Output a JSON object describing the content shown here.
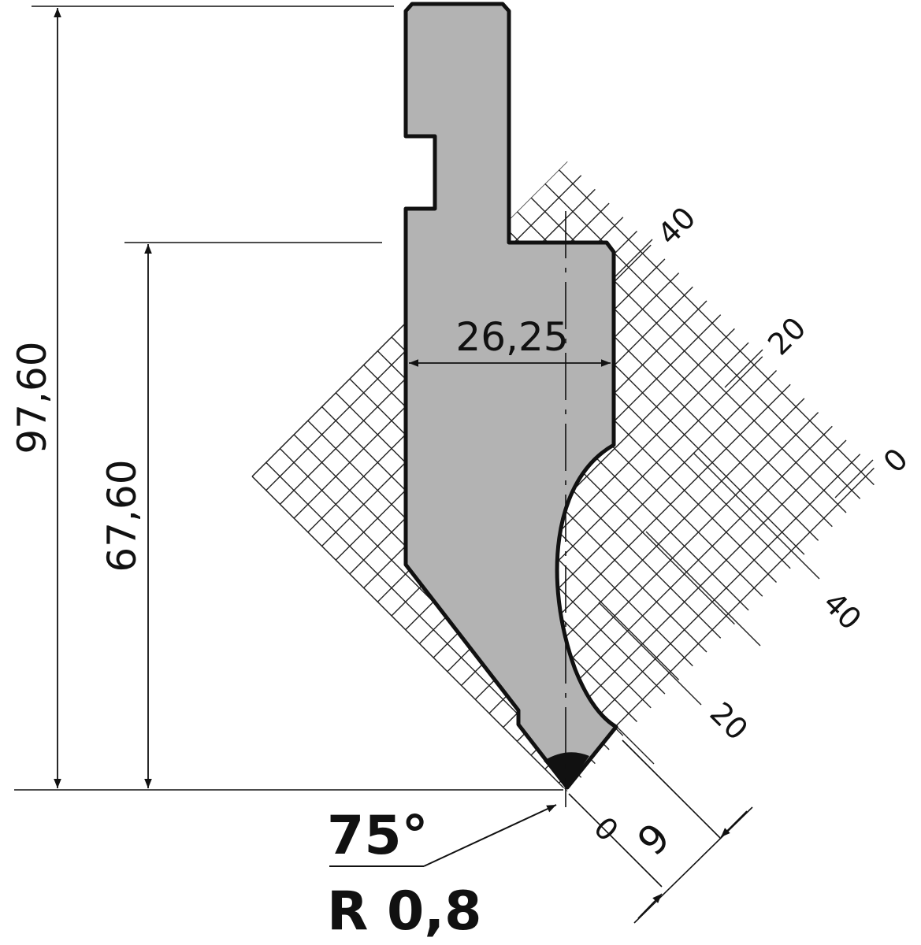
{
  "dimensions": {
    "total_height": "97,60",
    "working_height": "67,60",
    "width": "26,25"
  },
  "tool_spec": {
    "angle": "75°",
    "radius": "R 0,8"
  },
  "grid_scale": {
    "upper_axis": [
      "40",
      "20",
      "0"
    ],
    "lower_axis": [
      "40",
      "20",
      "0"
    ],
    "offset": "9"
  },
  "colors": {
    "tool_fill": "#b3b3b3",
    "outline": "#111111"
  }
}
